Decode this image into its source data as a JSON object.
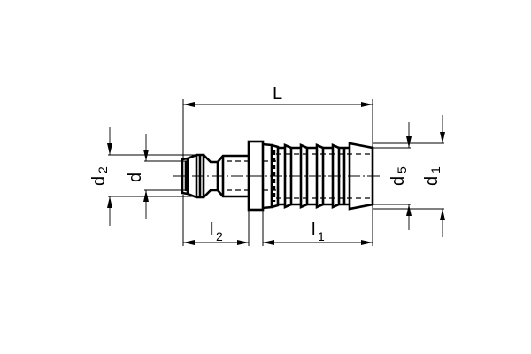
{
  "drawing": {
    "type": "technical drawing",
    "subject": "quick coupling plug with hose barb (tail)",
    "dimensions": {
      "L": {
        "label": "L",
        "sub": ""
      },
      "l1": {
        "label": "l",
        "sub": "1"
      },
      "l2": {
        "label": "l",
        "sub": "2"
      },
      "d": {
        "label": "d",
        "sub": ""
      },
      "d1": {
        "label": "d",
        "sub": "1"
      },
      "d2": {
        "label": "d",
        "sub": "2"
      },
      "d5": {
        "label": "d",
        "sub": "5"
      }
    }
  }
}
